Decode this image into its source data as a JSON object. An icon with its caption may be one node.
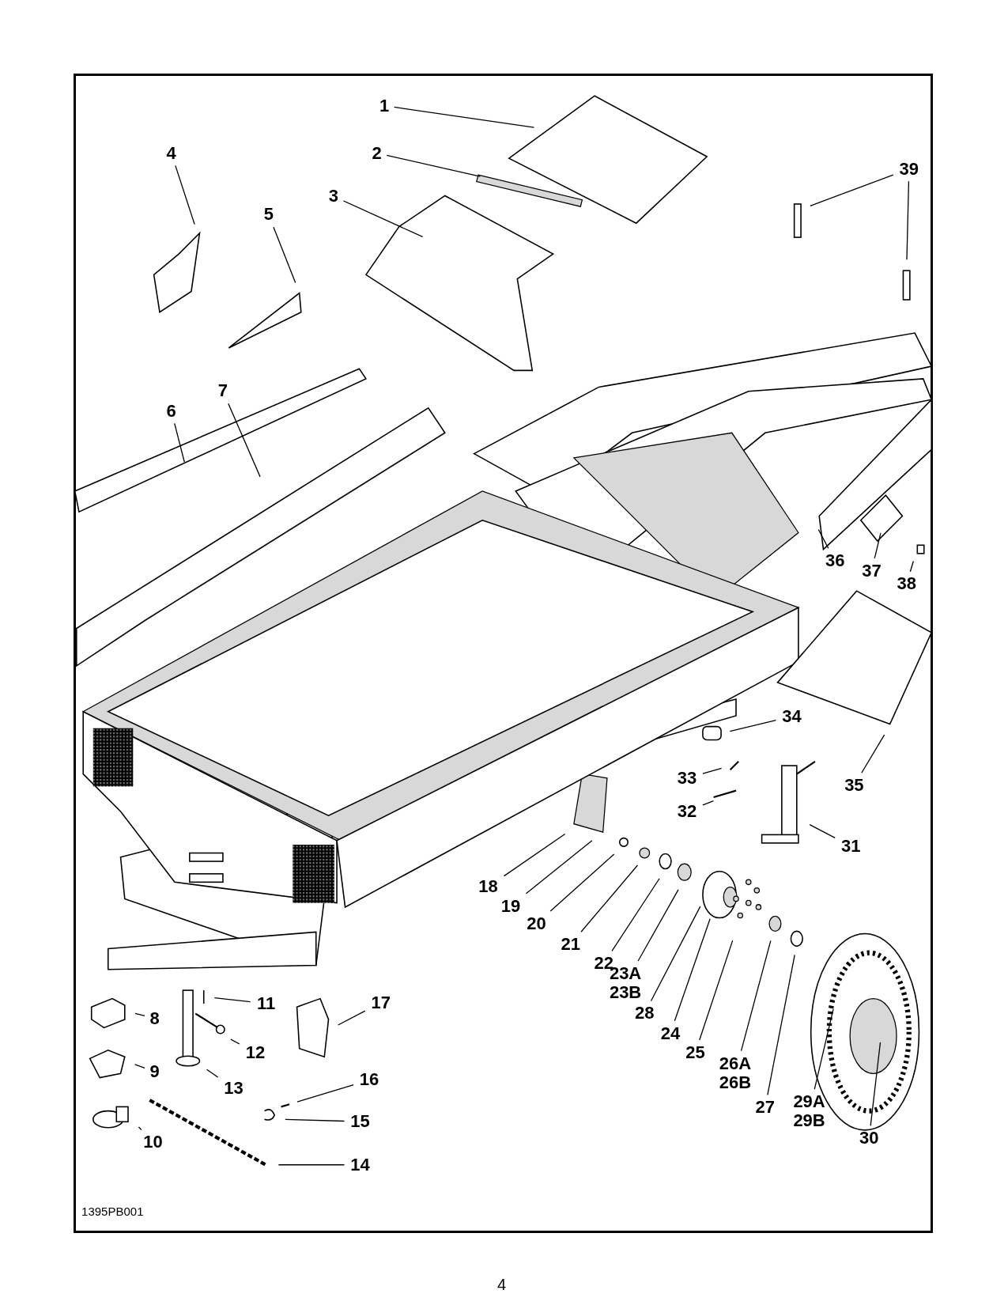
{
  "diagram": {
    "nodes": [
      {
        "text": [
          "1"
        ]
      },
      {
        "text": [
          "2"
        ]
      },
      {
        "text": [
          "3"
        ]
      },
      {
        "text": [
          "4"
        ]
      },
      {
        "text": [
          "5"
        ]
      },
      {
        "text": [
          "6"
        ]
      },
      {
        "text": [
          "7"
        ]
      },
      {
        "text": [
          "8"
        ]
      },
      {
        "text": [
          "9"
        ]
      },
      {
        "text": [
          "10"
        ]
      },
      {
        "text": [
          "11"
        ]
      },
      {
        "text": [
          "12"
        ]
      },
      {
        "text": [
          "13"
        ]
      },
      {
        "text": [
          "14"
        ]
      },
      {
        "text": [
          "15"
        ]
      },
      {
        "text": [
          "16"
        ]
      },
      {
        "text": [
          "17"
        ]
      },
      {
        "text": [
          "18"
        ]
      },
      {
        "text": [
          "19"
        ]
      },
      {
        "text": [
          "20"
        ]
      },
      {
        "text": [
          "21"
        ]
      },
      {
        "text": [
          "22"
        ]
      },
      {
        "text": [
          "23A",
          "23B"
        ]
      },
      {
        "text": [
          "24"
        ]
      },
      {
        "text": [
          "25"
        ]
      },
      {
        "text": [
          "26A",
          "26B"
        ]
      },
      {
        "text": [
          "27"
        ]
      },
      {
        "text": [
          "28"
        ]
      },
      {
        "text": [
          "29A",
          "29B"
        ]
      },
      {
        "text": [
          "30"
        ]
      },
      {
        "text": [
          "31"
        ]
      },
      {
        "text": [
          "32"
        ]
      },
      {
        "text": [
          "33"
        ]
      },
      {
        "text": [
          "34"
        ]
      },
      {
        "text": [
          "35"
        ]
      },
      {
        "text": [
          "36"
        ]
      },
      {
        "text": [
          "37"
        ]
      },
      {
        "text": [
          "38"
        ]
      },
      {
        "text": [
          "39"
        ]
      }
    ],
    "edges": [
      {
        "from": 0,
        "to": null,
        "arrow": "none"
      },
      {
        "from": 1,
        "to": null,
        "arrow": "none"
      },
      {
        "from": 2,
        "to": null,
        "arrow": "none"
      },
      {
        "from": 3,
        "to": null,
        "arrow": "none"
      },
      {
        "from": 4,
        "to": null,
        "arrow": "none"
      },
      {
        "from": 5,
        "to": null,
        "arrow": "none"
      },
      {
        "from": 6,
        "to": null,
        "arrow": "none"
      },
      {
        "from": 7,
        "to": null,
        "arrow": "none"
      },
      {
        "from": 8,
        "to": null,
        "arrow": "none"
      },
      {
        "from": 9,
        "to": null,
        "arrow": "none"
      },
      {
        "from": 10,
        "to": null,
        "arrow": "none"
      },
      {
        "from": 11,
        "to": null,
        "arrow": "none"
      },
      {
        "from": 12,
        "to": null,
        "arrow": "none"
      },
      {
        "from": 13,
        "to": null,
        "arrow": "none"
      },
      {
        "from": 14,
        "to": null,
        "arrow": "none"
      },
      {
        "from": 15,
        "to": null,
        "arrow": "none"
      },
      {
        "from": 16,
        "to": null,
        "arrow": "none"
      },
      {
        "from": 17,
        "to": null,
        "arrow": "none"
      },
      {
        "from": 18,
        "to": null,
        "arrow": "none"
      },
      {
        "from": 19,
        "to": null,
        "arrow": "none"
      },
      {
        "from": 20,
        "to": null,
        "arrow": "none"
      },
      {
        "from": 21,
        "to": null,
        "arrow": "none"
      },
      {
        "from": 22,
        "to": null,
        "arrow": "none"
      },
      {
        "from": 23,
        "to": null,
        "arrow": "none"
      },
      {
        "from": 24,
        "to": null,
        "arrow": "none"
      },
      {
        "from": 25,
        "to": null,
        "arrow": "none"
      },
      {
        "from": 26,
        "to": null,
        "arrow": "none"
      },
      {
        "from": 27,
        "to": null,
        "arrow": "none"
      },
      {
        "from": 28,
        "to": null,
        "arrow": "none"
      },
      {
        "from": 29,
        "to": null,
        "arrow": "none"
      },
      {
        "from": 30,
        "to": null,
        "arrow": "none"
      },
      {
        "from": 31,
        "to": null,
        "arrow": "none"
      },
      {
        "from": 32,
        "to": null,
        "arrow": "none"
      },
      {
        "from": 33,
        "to": null,
        "arrow": "none"
      },
      {
        "from": 34,
        "to": null,
        "arrow": "none"
      },
      {
        "from": 35,
        "to": null,
        "arrow": "none"
      },
      {
        "from": 36,
        "to": null,
        "arrow": "none"
      },
      {
        "from": 37,
        "to": null,
        "arrow": "none"
      },
      {
        "from": 38,
        "to": null,
        "arrow": "none"
      },
      {
        "from": 38,
        "to": null,
        "arrow": "none"
      }
    ],
    "labels": [
      "1395PB001",
      "4"
    ]
  }
}
